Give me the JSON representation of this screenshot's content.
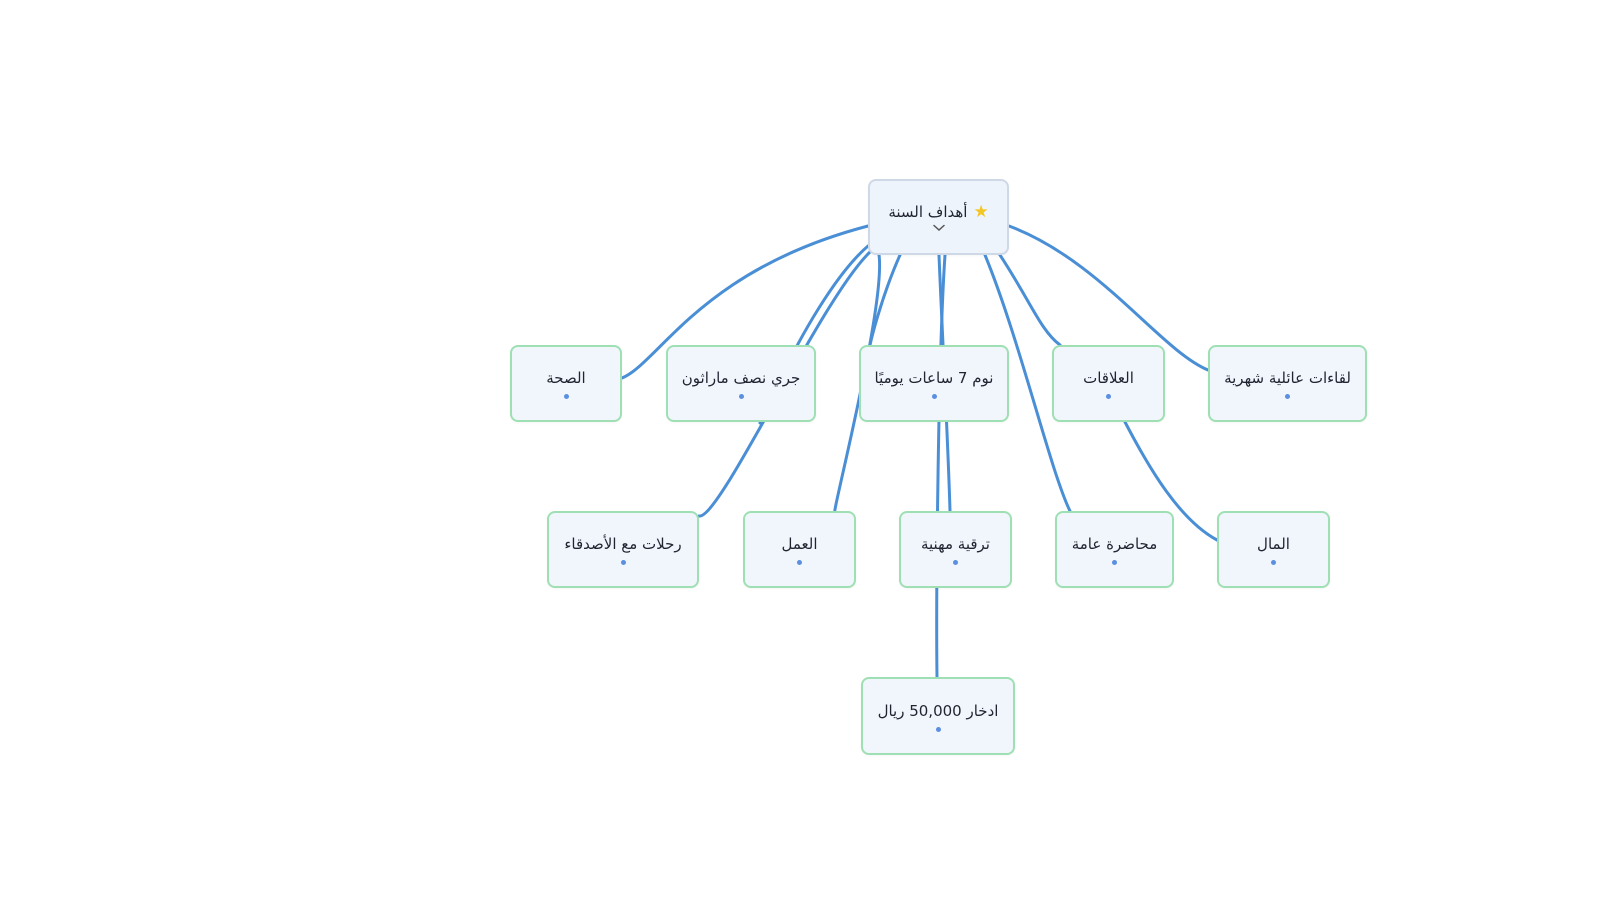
{
  "diagram": {
    "root": {
      "label": "أهداف السنة",
      "icon": "star-icon",
      "collapse_icon": "chevron-down-icon"
    },
    "nodes": [
      {
        "id": "health",
        "label": "الصحة"
      },
      {
        "id": "marathon",
        "label": "جري نصف ماراثون"
      },
      {
        "id": "sleep",
        "label": "نوم 7 ساعات يوميًا"
      },
      {
        "id": "relations",
        "label": "العلاقات"
      },
      {
        "id": "family",
        "label": "لقاءات عائلية شهرية"
      },
      {
        "id": "trips",
        "label": "رحلات مع الأصدقاء"
      },
      {
        "id": "work",
        "label": "العمل"
      },
      {
        "id": "promotion",
        "label": "ترقية مهنية"
      },
      {
        "id": "lecture",
        "label": "محاضرة عامة"
      },
      {
        "id": "money",
        "label": "المال"
      },
      {
        "id": "savings",
        "label": "ادخار 50,000 ريال"
      }
    ],
    "edges": [
      [
        "root",
        "health"
      ],
      [
        "health",
        "marathon"
      ],
      [
        "health",
        "sleep"
      ],
      [
        "root",
        "relations"
      ],
      [
        "relations",
        "family"
      ],
      [
        "relations",
        "trips"
      ],
      [
        "root",
        "work"
      ],
      [
        "work",
        "promotion"
      ],
      [
        "work",
        "lecture"
      ],
      [
        "root",
        "money"
      ],
      [
        "money",
        "savings"
      ]
    ],
    "colors": {
      "edge": "#4a8fd6",
      "node_border": "#9ee0b3",
      "node_fill": "#f1f6fd",
      "dot": "#5b8fe0"
    }
  }
}
